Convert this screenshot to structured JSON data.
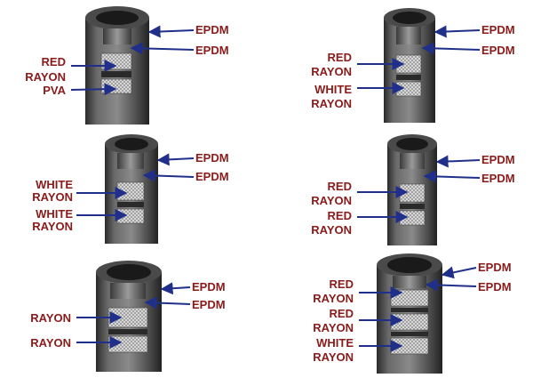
{
  "colors": {
    "label": "#8b1a1a",
    "arrow": "#1f2f8a",
    "hose_outer": "#5a5a5a",
    "hose_shadow": "#2e2e2e",
    "braid": "#d8d8d8"
  },
  "hoses": [
    {
      "id": "1",
      "labels": {
        "epdm_cover": "EPDM",
        "epdm_tube": "EPDM",
        "ply_1_line1": "RED",
        "ply_1_line2": "RAYON",
        "ply_2_line1": "PVA"
      }
    },
    {
      "id": "2",
      "labels": {
        "epdm_cover": "EPDM",
        "epdm_tube": "EPDM",
        "ply_1_line1": "RED",
        "ply_1_line2": "RAYON",
        "ply_2_line1": "WHITE",
        "ply_2_line2": "RAYON"
      }
    },
    {
      "id": "3",
      "labels": {
        "epdm_cover": "EPDM",
        "epdm_tube": "EPDM",
        "ply_1_line1": "WHITE",
        "ply_1_line2": "RAYON",
        "ply_2_line1": "WHITE",
        "ply_2_line2": "RAYON"
      }
    },
    {
      "id": "4",
      "labels": {
        "epdm_cover": "EPDM",
        "epdm_tube": "EPDM",
        "ply_1_line1": "RED",
        "ply_1_line2": "RAYON",
        "ply_2_line1": "RED",
        "ply_2_line2": "RAYON"
      }
    },
    {
      "id": "5",
      "labels": {
        "epdm_cover": "EPDM",
        "epdm_tube": "EPDM",
        "ply_1_line1": "RAYON",
        "ply_2_line1": "RAYON"
      }
    },
    {
      "id": "6",
      "labels": {
        "epdm_cover": "EPDM",
        "epdm_tube": "EPDM",
        "ply_1_line1": "RED",
        "ply_1_line2": "RAYON",
        "ply_2_line1": "RED",
        "ply_2_line2": "RAYON",
        "ply_3_line1": "WHITE",
        "ply_3_line2": "RAYON"
      }
    }
  ]
}
